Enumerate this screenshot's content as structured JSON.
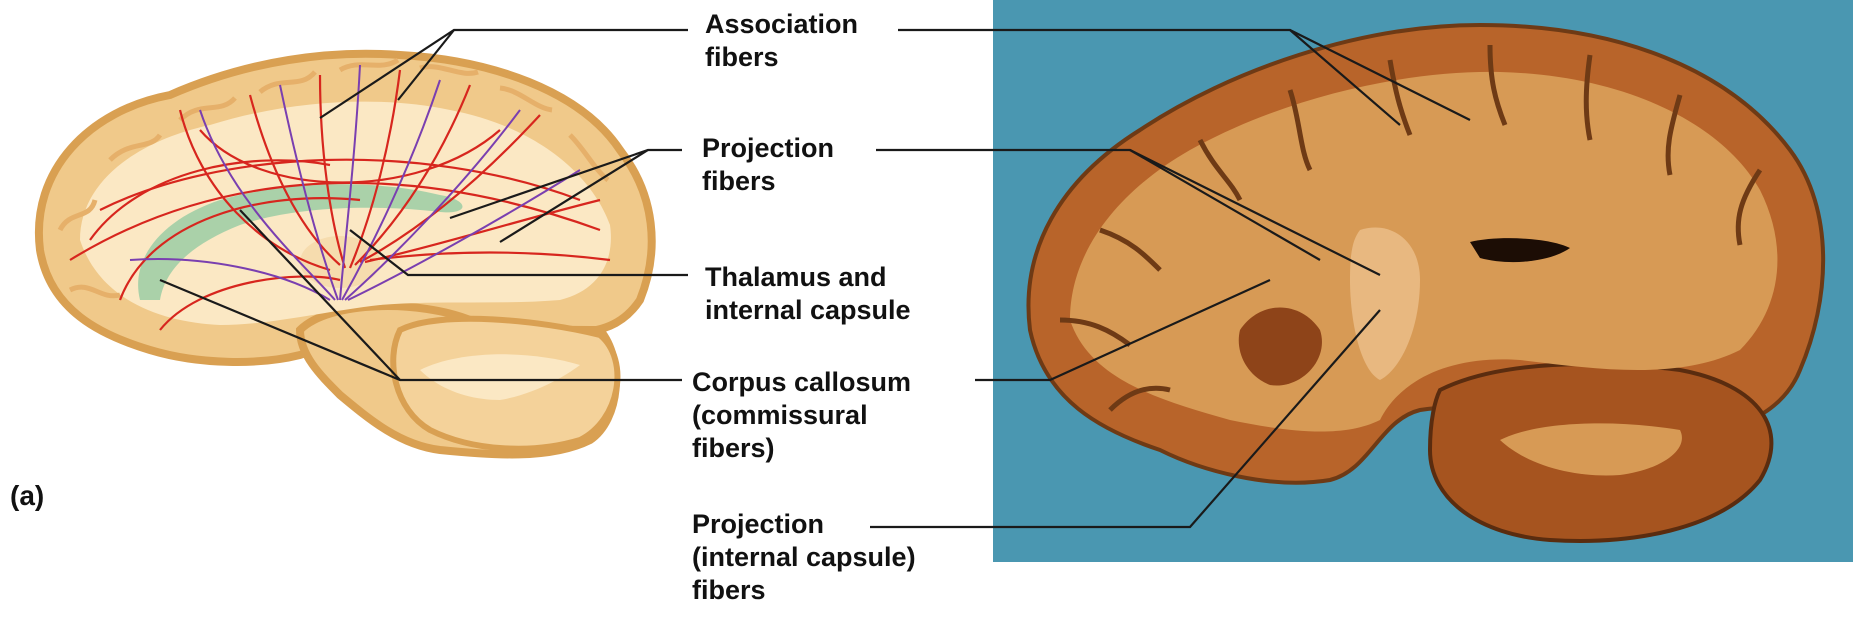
{
  "panel_label": "(a)",
  "labels": {
    "association": [
      "Association",
      "fibers"
    ],
    "projection_top": [
      "Projection",
      "fibers"
    ],
    "thalamus": [
      "Thalamus and",
      "internal capsule"
    ],
    "corpus": [
      "Corpus callosum",
      "(commissural",
      "fibers)"
    ],
    "projection_bottom": [
      "Projection",
      "(internal capsule)",
      "fibers"
    ]
  },
  "colors": {
    "photo_background": "#4a97b1",
    "brain_tan": "#f0c98a",
    "brain_outline": "#d9a052",
    "white_matter": "#fbe8c4",
    "fiber_red": "#d7261e",
    "fiber_purple": "#7a3fb0",
    "corpus_dots": "#8fc9a0",
    "photo_tissue": "#b8642a",
    "photo_white_matter": "#d79a55",
    "leader_line": "#1a1a1a"
  }
}
